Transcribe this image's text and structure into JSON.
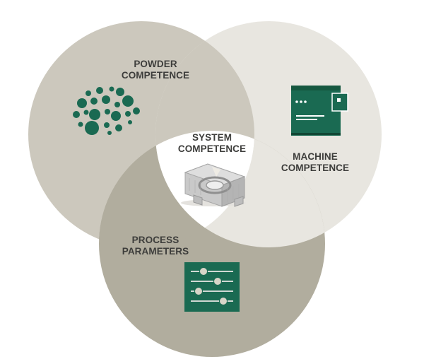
{
  "labels": {
    "powder": [
      "POWDER",
      "COMPETENCE"
    ],
    "machine": [
      "MACHINE",
      "COMPETENCE"
    ],
    "process": [
      "PROCESS",
      "PARAMETERS"
    ],
    "system": [
      "SYSTEM",
      "COMPETENCE"
    ]
  },
  "icons": {
    "powder": "powder-particles-icon",
    "machine": "machine-icon",
    "process": "sliders-icon",
    "system": "part-3d-icon"
  },
  "colors": {
    "circle_left": "#ccc8bd",
    "circle_right": "#e8e6e0",
    "circle_bottom": "#b1ad9e",
    "center": "#ffffff",
    "icon_green": "#1a6a52",
    "label": "#3d3d3b"
  }
}
